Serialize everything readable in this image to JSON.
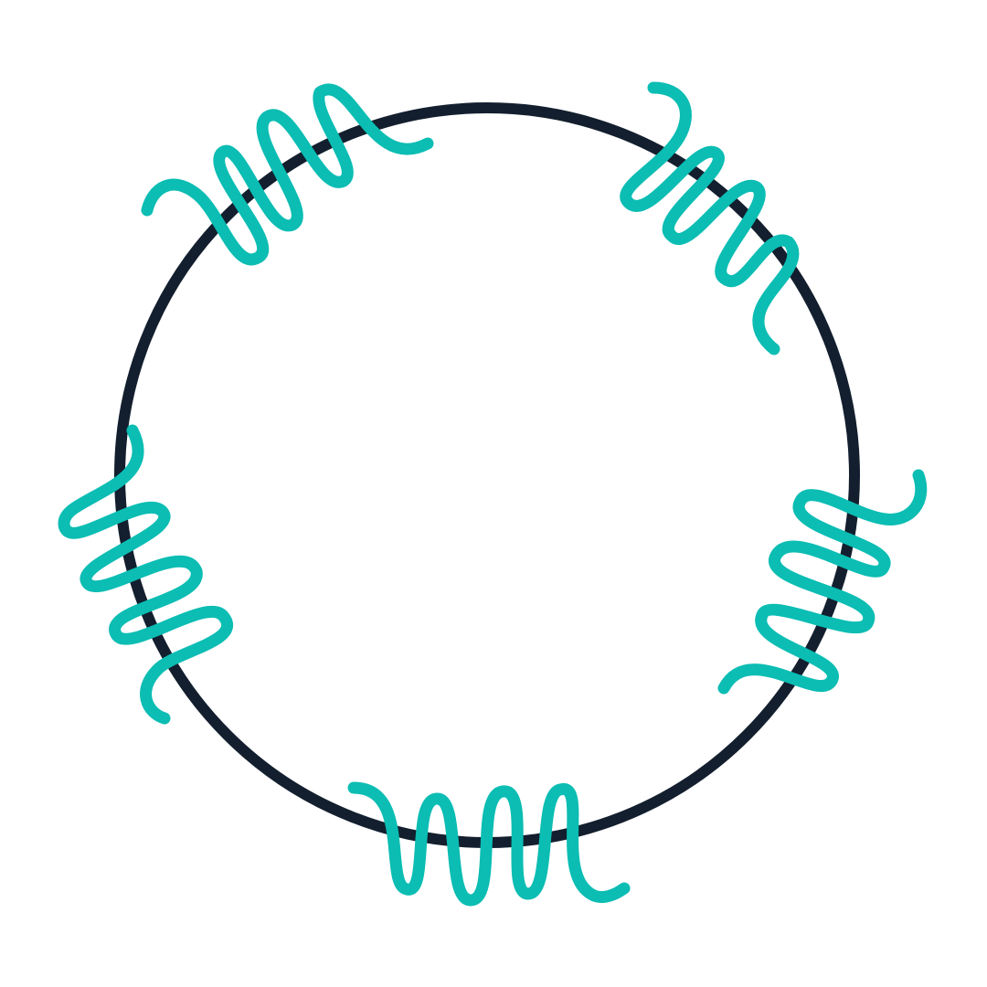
{
  "figure": {
    "elements": [
      {
        "name": "ring",
        "shape": "circle",
        "color": "#131F2E"
      },
      {
        "name": "coil-top-left",
        "shape": "helix",
        "loops": 4,
        "color": "#0BBDB3"
      },
      {
        "name": "coil-top-right",
        "shape": "helix",
        "loops": 4,
        "color": "#0BBDB3"
      },
      {
        "name": "coil-right",
        "shape": "helix",
        "loops": 4,
        "color": "#0BBDB3"
      },
      {
        "name": "coil-bottom",
        "shape": "helix",
        "loops": 4,
        "color": "#0BBDB3"
      },
      {
        "name": "coil-left",
        "shape": "helix",
        "loops": 4,
        "color": "#0BBDB3"
      }
    ],
    "colors": {
      "ring": "#131F2E",
      "coil": "#0BBDB3",
      "background": "#FFFFFF"
    }
  }
}
